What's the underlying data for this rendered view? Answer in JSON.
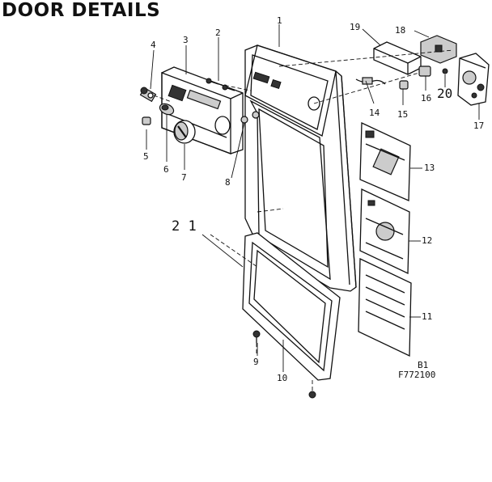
{
  "title": "DOOR DETAILS",
  "drawing_ref": {
    "line1": "B1",
    "line2": "F772100"
  },
  "callouts": [
    "1",
    "2",
    "3",
    "4",
    "5",
    "6",
    "7",
    "8",
    "9",
    "10",
    "11",
    "12",
    "13",
    "14",
    "15",
    "16",
    "17",
    "18",
    "19",
    "20",
    "2 1"
  ]
}
